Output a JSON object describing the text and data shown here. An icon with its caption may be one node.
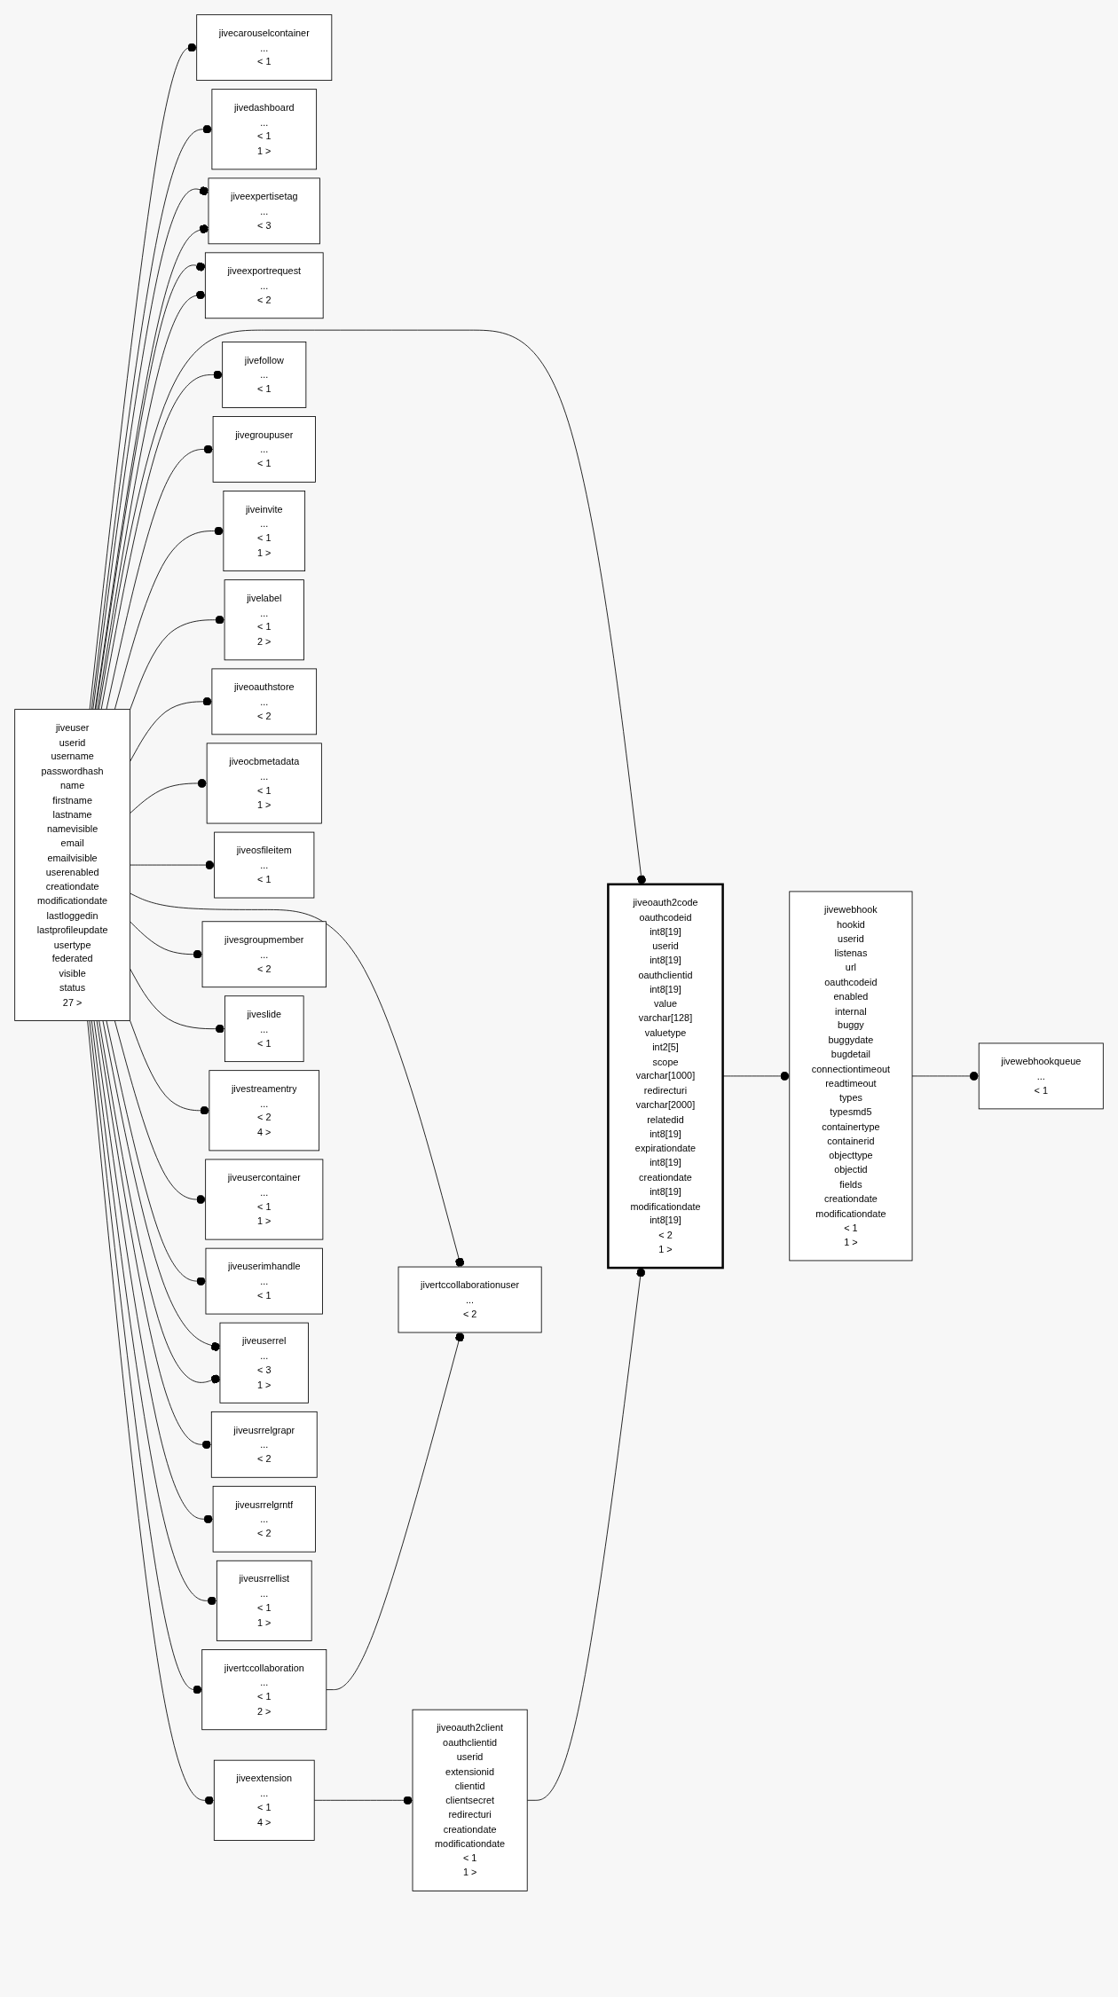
{
  "diagram": {
    "nodes": [
      {
        "text": [
          "jiveuser",
          "userid",
          "username",
          "passwordhash",
          "name",
          "firstname",
          "lastname",
          "namevisible",
          "email",
          "emailvisible",
          "userenabled",
          "creationdate",
          "modificationdate",
          "lastloggedin",
          "lastprofileupdate",
          "usertype",
          "federated",
          "visible",
          "status",
          "27 >"
        ]
      },
      {
        "text": [
          "jivecarouselcontainer",
          "...",
          "< 1"
        ]
      },
      {
        "text": [
          "jivedashboard",
          "...",
          "< 1",
          "1 >"
        ]
      },
      {
        "text": [
          "jiveexpertisetag",
          "...",
          "< 3"
        ]
      },
      {
        "text": [
          "jiveexportrequest",
          "...",
          "< 2"
        ]
      },
      {
        "text": [
          "jiveextension",
          "...",
          "< 1",
          "4 >"
        ]
      },
      {
        "text": [
          "jivefollow",
          "...",
          "< 1"
        ]
      },
      {
        "text": [
          "jivegroupuser",
          "...",
          "< 1"
        ]
      },
      {
        "text": [
          "jiveinvite",
          "...",
          "< 1",
          "1 >"
        ]
      },
      {
        "text": [
          "jivelabel",
          "...",
          "< 1",
          "2 >"
        ]
      },
      {
        "text": [
          "jiveoauthstore",
          "...",
          "< 2"
        ]
      },
      {
        "text": [
          "jiveocbmetadata",
          "...",
          "< 1",
          "1 >"
        ]
      },
      {
        "text": [
          "jiveosfileitem",
          "...",
          "< 1"
        ]
      },
      {
        "text": [
          "jivertccollaboration",
          "...",
          "< 1",
          "2 >"
        ]
      },
      {
        "text": [
          "jivesgroupmember",
          "...",
          "< 2"
        ]
      },
      {
        "text": [
          "jiveslide",
          "...",
          "< 1"
        ]
      },
      {
        "text": [
          "jivestreamentry",
          "...",
          "< 2",
          "4 >"
        ]
      },
      {
        "text": [
          "jiveusercontainer",
          "...",
          "< 1",
          "1 >"
        ]
      },
      {
        "text": [
          "jiveuserimhandle",
          "...",
          "< 1"
        ]
      },
      {
        "text": [
          "jiveuserrel",
          "...",
          "< 3",
          "1 >"
        ]
      },
      {
        "text": [
          "jiveusrrelgrapr",
          "...",
          "< 2"
        ]
      },
      {
        "text": [
          "jiveusrrelgrntf",
          "...",
          "< 2"
        ]
      },
      {
        "text": [
          "jiveusrrellist",
          "...",
          "< 1",
          "1 >"
        ]
      },
      {
        "text": [
          "jiveoauth2client",
          "oauthclientid",
          "userid",
          "extensionid",
          "clientid",
          "clientsecret",
          "redirecturi",
          "creationdate",
          "modificationdate",
          "< 1",
          "1 >"
        ]
      },
      {
        "text": [
          "jiveoauth2code",
          "oauthcodeid",
          "int8[19]",
          "userid",
          "int8[19]",
          "oauthclientid",
          "int8[19]",
          "value",
          "varchar[128]",
          "valuetype",
          "int2[5]",
          "scope",
          "varchar[1000]",
          "redirecturi",
          "varchar[2000]",
          "relatedid",
          "int8[19]",
          "expirationdate",
          "int8[19]",
          "creationdate",
          "int8[19]",
          "modificationdate",
          "int8[19]",
          "< 2",
          "1 >"
        ]
      },
      {
        "text": [
          "jivertccollaborationuser",
          "...",
          "< 2"
        ]
      },
      {
        "text": [
          "jivewebhook",
          "hookid",
          "userid",
          "listenas",
          "url",
          "oauthcodeid",
          "enabled",
          "internal",
          "buggy",
          "buggydate",
          "bugdetail",
          "connectiontimeout",
          "readtimeout",
          "types",
          "typesmd5",
          "containertype",
          "containerid",
          "objecttype",
          "objectid",
          "fields",
          "creationdate",
          "modificationdate",
          "< 1",
          "1 >"
        ]
      },
      {
        "text": [
          "jivewebhookqueue",
          "...",
          "< 1"
        ]
      }
    ],
    "edges": [
      {
        "from": 0,
        "to": 1,
        "arrow": "other"
      },
      {
        "from": 0,
        "to": 2,
        "arrow": "other"
      },
      {
        "from": 0,
        "to": 3,
        "arrow": "other"
      },
      {
        "from": 0,
        "to": 3,
        "arrow": "other"
      },
      {
        "from": 0,
        "to": 4,
        "arrow": "other"
      },
      {
        "from": 0,
        "to": 4,
        "arrow": "other"
      },
      {
        "from": 0,
        "to": 24,
        "arrow": "other"
      },
      {
        "from": 0,
        "to": 5,
        "arrow": "other"
      },
      {
        "from": 5,
        "to": 23,
        "arrow": "other"
      },
      {
        "from": 23,
        "to": 24,
        "arrow": "other"
      },
      {
        "from": 24,
        "to": 26,
        "arrow": "other"
      },
      {
        "from": 26,
        "to": 27,
        "arrow": "other"
      },
      {
        "from": 0,
        "to": 6,
        "arrow": "other"
      },
      {
        "from": 0,
        "to": 7,
        "arrow": "other"
      },
      {
        "from": 0,
        "to": 8,
        "arrow": "other"
      },
      {
        "from": 0,
        "to": 9,
        "arrow": "other"
      },
      {
        "from": 0,
        "to": 10,
        "arrow": "other"
      },
      {
        "from": 0,
        "to": 11,
        "arrow": "other"
      },
      {
        "from": 0,
        "to": 12,
        "arrow": "other"
      },
      {
        "from": 0,
        "to": 25,
        "arrow": "other"
      },
      {
        "from": 0,
        "to": 13,
        "arrow": "other"
      },
      {
        "from": 13,
        "to": 25,
        "arrow": "other"
      },
      {
        "from": 0,
        "to": 14,
        "arrow": "other"
      },
      {
        "from": 0,
        "to": 15,
        "arrow": "other"
      },
      {
        "from": 0,
        "to": 16,
        "arrow": "other"
      },
      {
        "from": 0,
        "to": 17,
        "arrow": "other"
      },
      {
        "from": 0,
        "to": 18,
        "arrow": "other"
      },
      {
        "from": 0,
        "to": 19,
        "arrow": "other"
      },
      {
        "from": 0,
        "to": 19,
        "arrow": "other"
      },
      {
        "from": 0,
        "to": 20,
        "arrow": "other"
      },
      {
        "from": 0,
        "to": 21,
        "arrow": "other"
      },
      {
        "from": 0,
        "to": 22,
        "arrow": "other"
      }
    ]
  }
}
